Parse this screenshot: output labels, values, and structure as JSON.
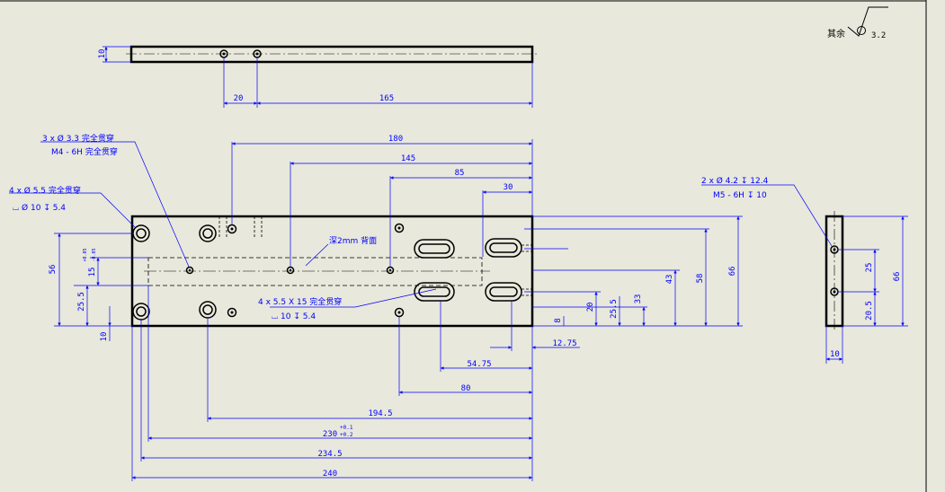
{
  "sheet": {
    "background": "#e8e8dc",
    "outline_color": "#000000",
    "dim_color": "#0000ff"
  },
  "surface_finish": {
    "label": "其余",
    "value": "3.2"
  },
  "top_view": {
    "dims": {
      "thickness": "10",
      "gap": "20",
      "length": "165"
    }
  },
  "front_view": {
    "dims": {
      "d180": "180",
      "d145": "145",
      "d85": "85",
      "d30": "30",
      "d194_5": "194.5",
      "d230": "230",
      "d230_tol_upper": "+0.1",
      "d230_tol_lower": "+0.2",
      "d234_5": "234.5",
      "d240": "240",
      "d54_75": "54.75",
      "d80": "80",
      "d12_75": "12.75",
      "d8": "8",
      "d10": "10",
      "d56": "56",
      "d25_5_left": "25.5",
      "d15": "15",
      "d15_tol_upper": "+0.05",
      "d15_tol_lower": "-0.05",
      "d20": "20",
      "d25_5_right": "25.5",
      "d33": "33",
      "d43": "43",
      "d58": "58",
      "d66": "66"
    },
    "callouts": {
      "c1_line1": "3 x Ø 3.3 完全贯穿",
      "c1_line2": "M4 - 6H 完全贯穿",
      "c2_line1": "4 x Ø 5.5 完全贯穿",
      "c2_line2": "⌴ Ø 10 ↧ 5.4",
      "c3": "深2mm  背面",
      "c4_line1": "4 x 5.5 X 15 完全贯穿",
      "c4_line2": "⌴ 10 ↧ 5.4"
    }
  },
  "side_view": {
    "dims": {
      "d25": "25",
      "d66": "66",
      "d20_5": "20.5",
      "d10": "10"
    },
    "callouts": {
      "c1_line1": "2 x Ø 4.2 ↧ 12.4",
      "c1_line2": "M5 - 6H ↧ 10"
    }
  }
}
